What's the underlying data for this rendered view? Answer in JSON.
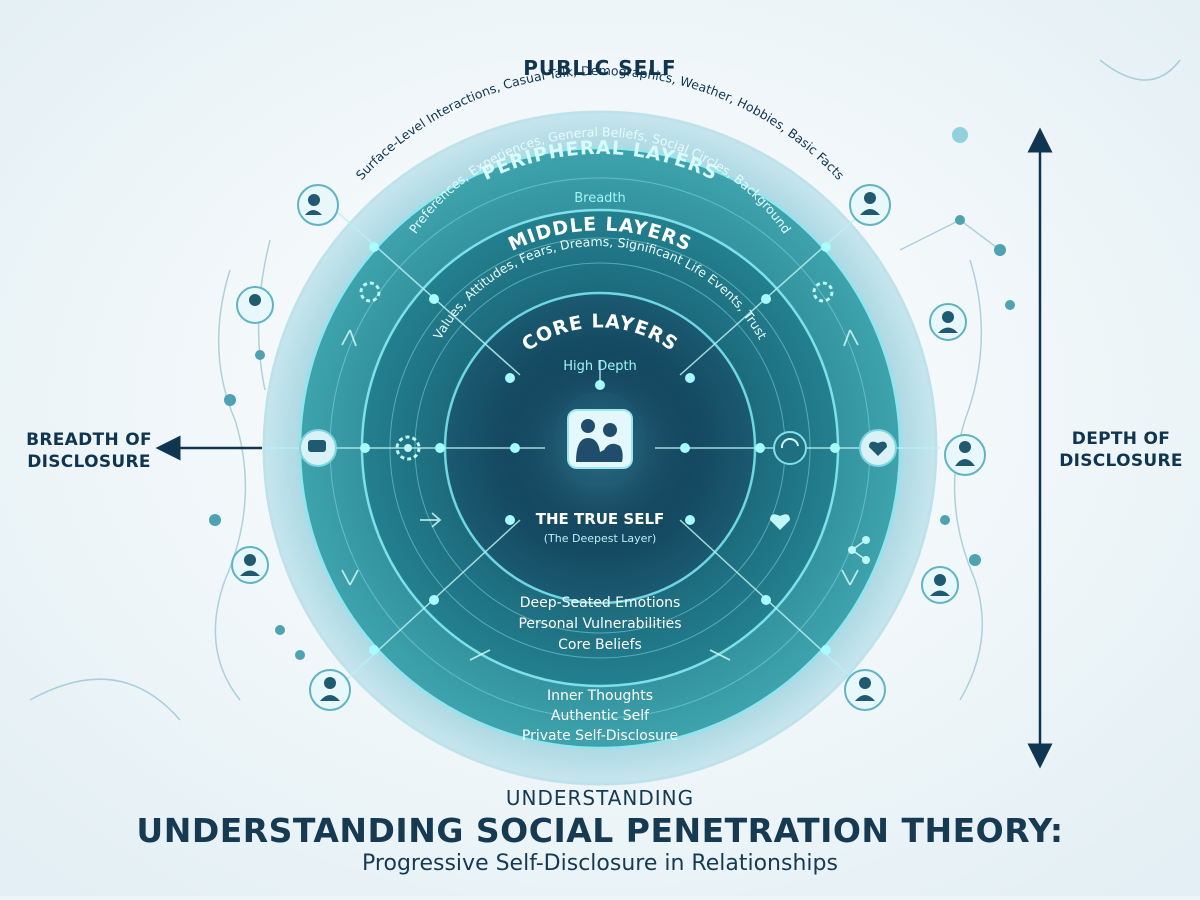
{
  "diagram": {
    "public_self": {
      "title": "PUBLIC SELF",
      "items": "Surface-Level Interactions, Casual Talk, Demographics, Weather, Hobbies, Basic Facts"
    },
    "peripheral_layers": {
      "title": "PERIPHERAL LAYERS",
      "items": "Preferences, Experiences, General Beliefs, Social Circles, Background",
      "note": "Breadth"
    },
    "middle_layers": {
      "title": "MIDDLE LAYERS",
      "items": "Values, Attitudes, Fears, Dreams, Significant Life Events, Trust"
    },
    "core_layers": {
      "title": "CORE LAYERS",
      "note": "High Depth"
    },
    "true_self": {
      "title": "THE TRUE SELF",
      "subtitle": "(The Deepest Layer)"
    },
    "deep_list": [
      "Deep-Seated Emotions",
      "Personal Vulnerabilities",
      "Core Beliefs"
    ],
    "inner_list": [
      "Inner Thoughts",
      "Authentic Self",
      "Private Self-Disclosure"
    ],
    "breadth_label": [
      "BREADTH OF",
      "DISCLOSURE"
    ],
    "depth_label": [
      "DEPTH OF",
      "DISCLOSURE"
    ],
    "icons": [
      "couple-icon",
      "person-icon",
      "speech-icon",
      "gear-icon",
      "heart-icon",
      "sync-icon",
      "arrow-icon",
      "network-icon"
    ]
  },
  "footer": {
    "pre_title": "UNDERSTANDING",
    "title": "UNDERSTANDING SOCIAL PENETRATION THEORY:",
    "subtitle": "Progressive Self-Disclosure in Relationships"
  },
  "colors": {
    "background": "#eef5f8",
    "public_ring": "#9fd0dc",
    "peripheral_ring": "#2f8f9a",
    "middle_ring": "#1f6f80",
    "core_ring": "#164e63",
    "true_self": "#0e3550",
    "glow": "#7ff0f0",
    "text_dark": "#0f3550"
  }
}
